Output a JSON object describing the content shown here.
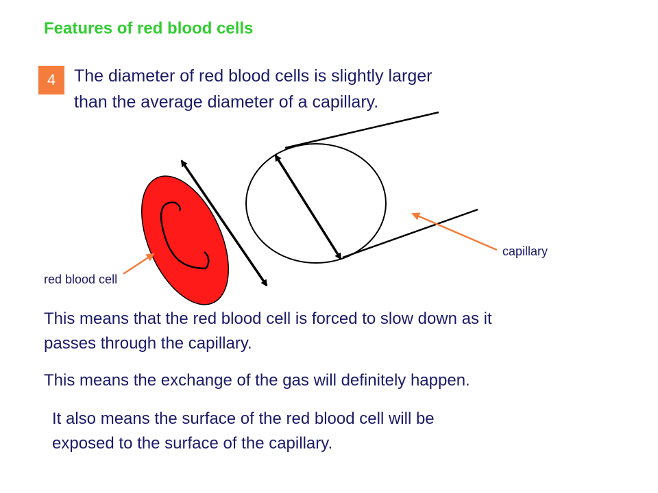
{
  "slide": {
    "title": "Features of red blood cells",
    "badge_number": "4",
    "intro": {
      "line1": "The diameter of red blood cells is slightly larger",
      "line2": "than the average diameter of a capillary."
    },
    "labels": {
      "red_blood_cell": "red blood cell",
      "capillary": "capillary"
    },
    "paragraphs": [
      {
        "line1": "This means that the red blood cell is forced to slow down as it",
        "line2": "passes through the capillary."
      },
      {
        "line1": "This means the exchange of the gas will definitely happen."
      },
      {
        "line1": "It also means the surface of the red blood cell will be",
        "line2": "exposed to the surface of the capillary."
      }
    ]
  },
  "colors": {
    "title": "#33cc33",
    "badge": "#f47c3c",
    "text": "#1a1a66",
    "cell_fill": "#ff1a1a",
    "pointer_arrow": "#f47c3c"
  }
}
